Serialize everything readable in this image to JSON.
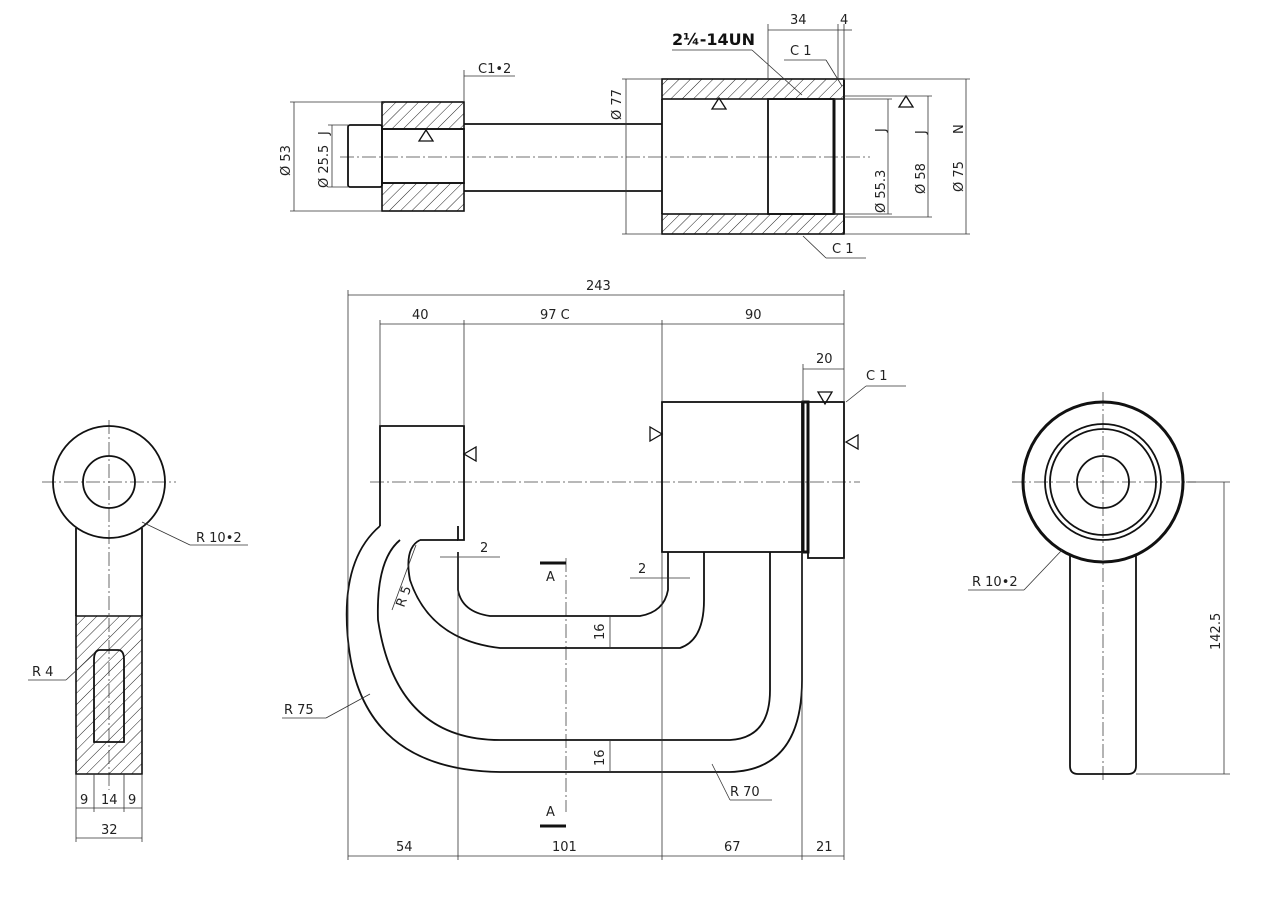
{
  "thread_callout": "2¼-14UN",
  "top_view": {
    "chamfer_left": "C1•2",
    "chamfer_top": "C 1",
    "chamfer_bottom": "C 1",
    "dim_34": "34",
    "dim_4": "4",
    "dia_53": "Ø 53",
    "dia_25_5": "Ø 25.5",
    "fit_j_left": "J",
    "dia_77": "Ø 77",
    "dia_55_3": "Ø 55.3",
    "fit_j_1": "J",
    "dia_58": "Ø 58",
    "fit_j_2": "J",
    "dia_75": "Ø 75",
    "fit_n": "N"
  },
  "front_view": {
    "dim_243": "243",
    "dim_40": "40",
    "dim_97c": "97 C",
    "dim_90": "90",
    "dim_20": "20",
    "chamfer_c1": "C 1",
    "dim_2_left": "2",
    "dim_2_right": "2",
    "radius_5": "R 5",
    "section_top": "A",
    "section_bottom": "A",
    "dim_16_top": "16",
    "dim_16_bottom": "16",
    "radius_75": "R 75",
    "radius_70": "R 70",
    "dim_54": "54",
    "dim_101": "101",
    "dim_67": "67",
    "dim_21": "21"
  },
  "left_view": {
    "radius_10_2": "R 10•2",
    "radius_4": "R 4",
    "dim_9a": "9",
    "dim_14": "14",
    "dim_9b": "9",
    "dim_32": "32"
  },
  "right_view": {
    "radius_10_2": "R 10•2",
    "dim_142_5": "142.5"
  }
}
